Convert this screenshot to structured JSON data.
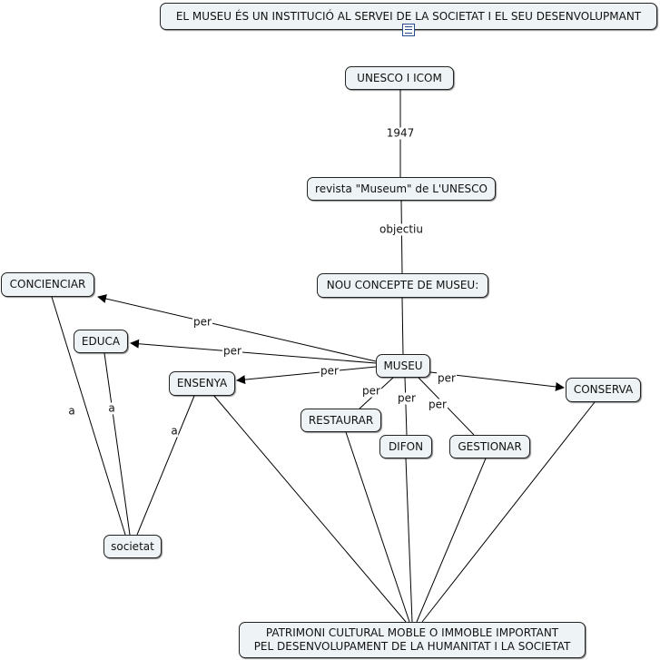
{
  "nodes": {
    "title": "EL MUSEU ÉS UN INSTITUCIÓ AL SERVEI DE LA SOCIETAT I EL SEU DESENVOLUPMANT",
    "unesco": "UNESCO I ICOM",
    "revista": "revista \"Museum\" de L'UNESCO",
    "concepte": "NOU CONCEPTE DE MUSEU:",
    "museu": "MUSEU",
    "conscienciar": "CONCIENCIAR",
    "educa": "EDUCA",
    "ensenya": "ENSENYA",
    "conserva": "CONSERVA",
    "restaurar": "RESTAURAR",
    "difon": "DIFON",
    "gestionar": "GESTIONAR",
    "societat": "societat",
    "patrimoni_line1": "PATRIMONI CULTURAL MOBLE O IMMOBLE IMPORTANT",
    "patrimoni_line2": "PEL DESENVOLUPAMENT DE LA HUMANITAT  I LA SOCIETAT"
  },
  "links": {
    "year": "1947",
    "objectiu": "objectiu",
    "per": "per",
    "a": "a"
  },
  "icons": {
    "resource": "document-icon",
    "arrow": "arrowhead-icon"
  },
  "colors": {
    "node_fill": "#eef3f5",
    "node_border": "#222222",
    "line": "#000000"
  }
}
